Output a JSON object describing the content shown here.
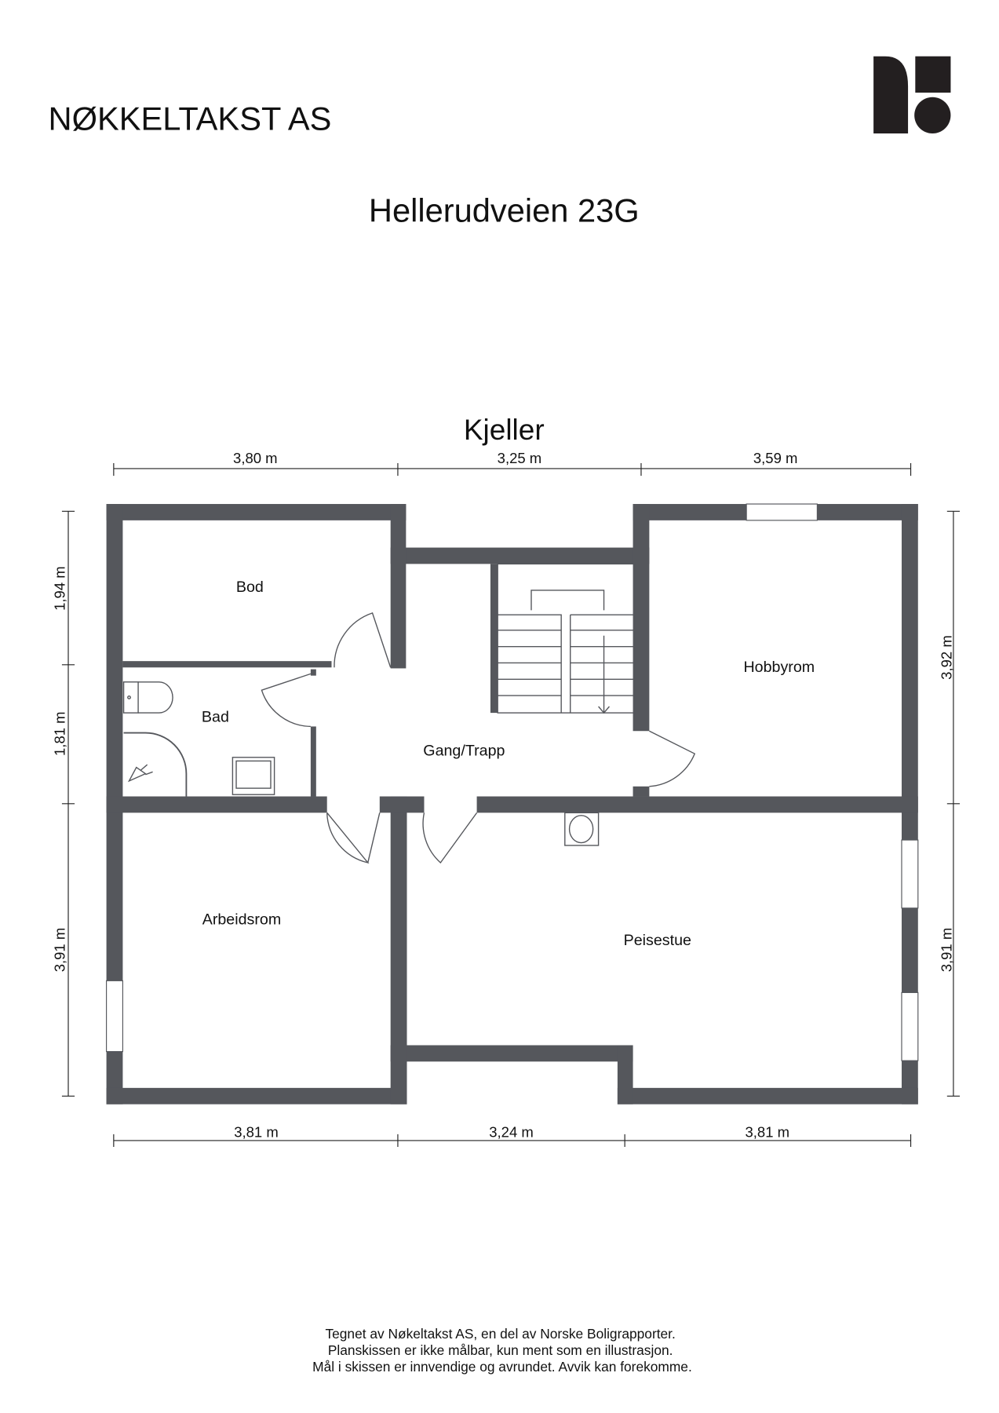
{
  "company": "NØKKELTAKST AS",
  "address": "Hellerudveien 23G",
  "floor": "Kjeller",
  "rooms": {
    "bod": "Bod",
    "bad": "Bad",
    "gang": "Gang/Trapp",
    "hobbyrom": "Hobbyrom",
    "arbeidsrom": "Arbeidsrom",
    "peisestue": "Peisestue"
  },
  "dimensions": {
    "top": [
      "3,80 m",
      "3,25 m",
      "3,59 m"
    ],
    "bottom": [
      "3,81 m",
      "3,24 m",
      "3,81 m"
    ],
    "left": [
      "1,94 m",
      "1,81 m",
      "3,91 m"
    ],
    "right": [
      "3,92 m",
      "3,91 m"
    ]
  },
  "footer": [
    "Tegnet av Nøkeltakst AS, en del av Norske Boligrapporter.",
    "Planskissen er ikke målbar, kun ment som en illustrasjon.",
    "Mål i skissen er innvendige og avrundet. Avvik kan forekomme."
  ],
  "colors": {
    "wall": "#55575c",
    "text": "#111111"
  }
}
